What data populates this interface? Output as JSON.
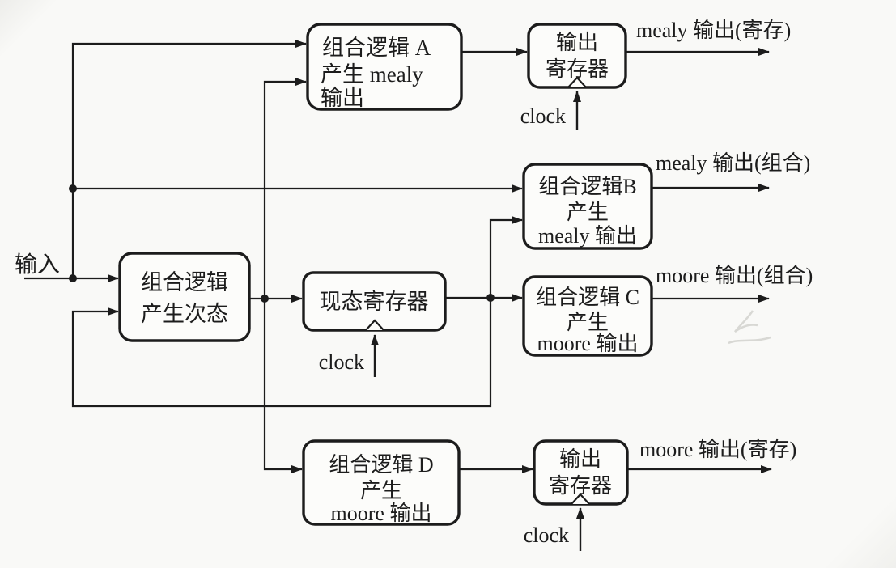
{
  "colors": {
    "ink": "#1c1c1c",
    "paper": "#f9f9f7",
    "box_fill": "#fcfcfa"
  },
  "labels": {
    "input": "输入",
    "clock": "clock",
    "out_mealy_registered": "mealy 输出(寄存)",
    "out_mealy_combinational": "mealy 输出(组合)",
    "out_moore_combinational": "moore 输出(组合)",
    "out_moore_registered": "moore 输出(寄存)"
  },
  "boxes": {
    "logic_next_state": {
      "lines": [
        "组合逻辑",
        "产生次态"
      ]
    },
    "state_register": {
      "lines": [
        "现态寄存器"
      ]
    },
    "logic_a": {
      "lines": [
        "组合逻辑 A",
        "产生 mealy",
        "输出"
      ]
    },
    "output_register_top": {
      "lines": [
        "输出",
        "寄存器"
      ]
    },
    "logic_b": {
      "lines": [
        "组合逻辑B",
        "产生",
        "mealy 输出"
      ]
    },
    "logic_c": {
      "lines": [
        "组合逻辑 C",
        "产生",
        "moore 输出"
      ]
    },
    "logic_d": {
      "lines": [
        "组合逻辑 D",
        "产生",
        "moore 输出"
      ]
    },
    "output_register_bottom": {
      "lines": [
        "输出",
        "寄存器"
      ]
    }
  }
}
